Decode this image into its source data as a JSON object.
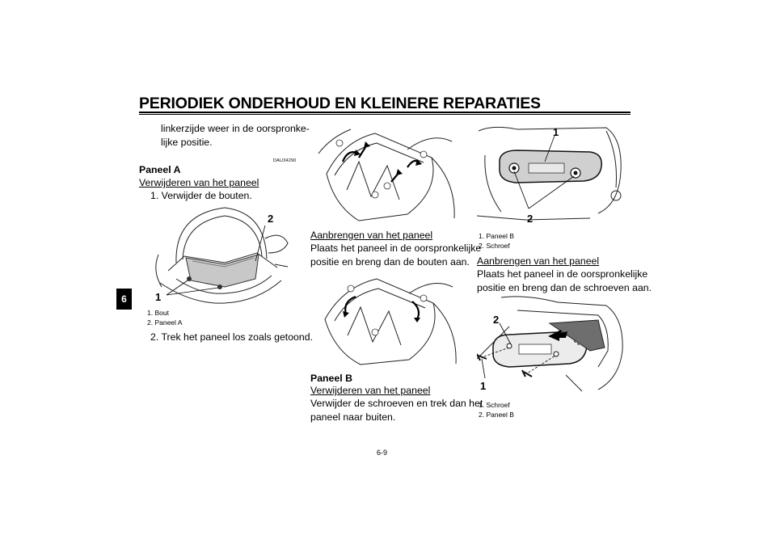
{
  "header": {
    "title": "PERIODIEK ONDERHOUD EN KLEINERE REPARATIES",
    "chapter_tab": "6"
  },
  "col1": {
    "intro": [
      "linkerzijde weer in de oorspronke-",
      "lijke positie."
    ],
    "code": "DAU34290",
    "heading": "Paneel A",
    "subheading": "Verwijderen van het paneel",
    "step1": "1. Verwijder de bouten.",
    "fig_callouts": [
      "1",
      "2"
    ],
    "captions": [
      "1. Bout",
      "2. Paneel A"
    ],
    "step2": "2. Trek het paneel los zoals getoond."
  },
  "col2": {
    "subheading1": "Aanbrengen van het paneel",
    "text1": [
      "Plaats het paneel in de oorspronkelijke",
      "positie en breng dan de bouten aan."
    ],
    "heading": "Paneel B",
    "subheading2": "Verwijderen van het paneel",
    "text2": [
      "Verwijder de schroeven en trek dan het",
      "paneel naar buiten."
    ]
  },
  "col3": {
    "fig1_callouts": [
      "1",
      "2"
    ],
    "captions1": [
      "1. Paneel B",
      "2. Schroef"
    ],
    "subheading": "Aanbrengen van het paneel",
    "text": [
      "Plaats het paneel in de oorspronkelijke",
      "positie en breng dan de schroeven aan."
    ],
    "fig2_callouts": [
      "2",
      "1"
    ],
    "captions2": [
      "1. Schroef",
      "2. Paneel B"
    ]
  },
  "footer": {
    "page_number": "6-9"
  }
}
